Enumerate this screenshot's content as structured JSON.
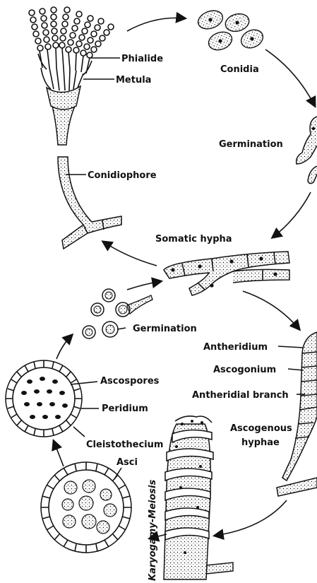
{
  "labels": {
    "phialide": "Phialide",
    "metula": "Metula",
    "conidiophore": "Conidiophore",
    "conidia": "Conidia",
    "germination_top": "Germination",
    "somatic_hypha": "Somatic hypha",
    "germination_mid": "Germination",
    "antheridium": "Antheridium",
    "ascogonium": "Ascogonium",
    "antheridial_branch": "Antheridial branch",
    "ascogenous_line1": "Ascogenous",
    "ascogenous_line2": "hyphae",
    "ascospores": "Ascospores",
    "peridium": "Peridium",
    "cleistothecium": "Cleistothecium",
    "asci": "Asci",
    "karyogamy_meiosis": "Karyogamy-Meiosis"
  },
  "colors": {
    "ink": "#111111",
    "paper": "#ffffff"
  }
}
